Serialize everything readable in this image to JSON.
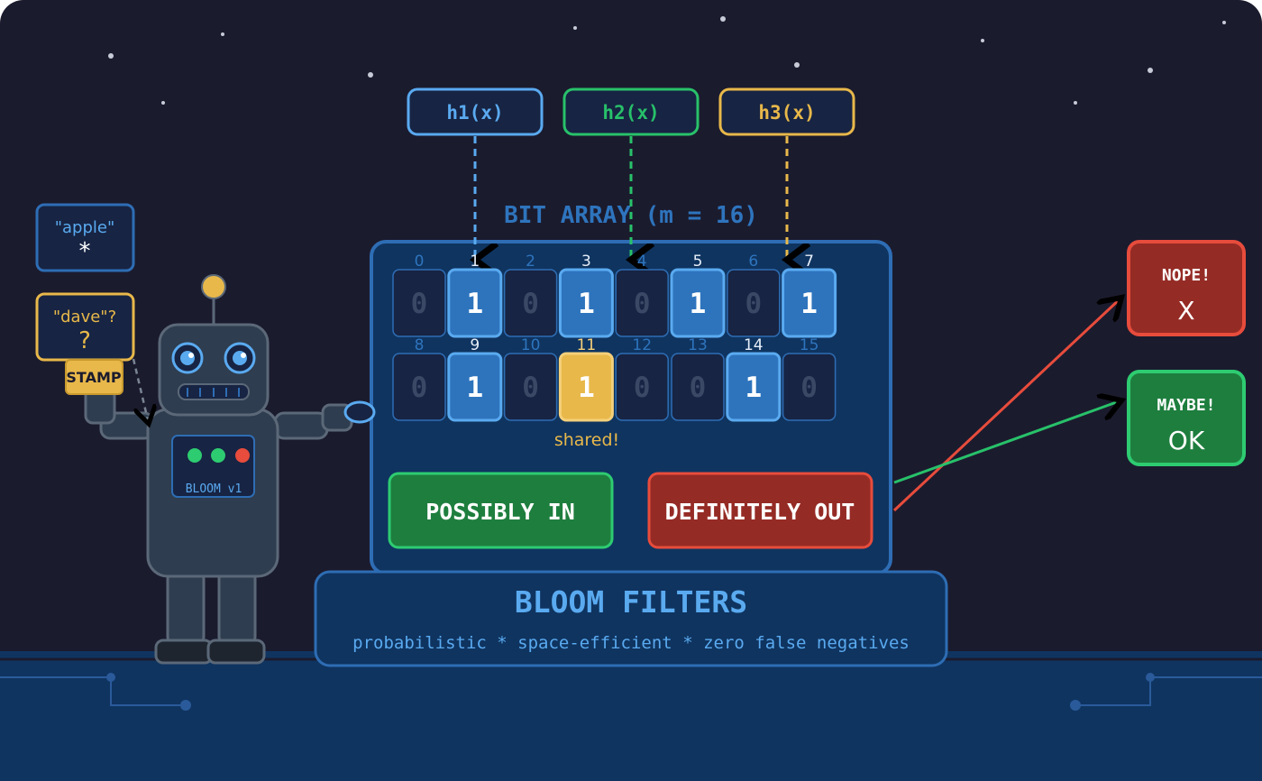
{
  "colors": {
    "background": "#1b1b2e",
    "floor": "#0f3460",
    "panel": "#0f3460",
    "panel_border": "#2e6db4",
    "bit_on": "#2e74bd",
    "bit_on_border": "#5aaaf0",
    "bit_off": "#172443",
    "bit_shared": "#e8b84a",
    "h1": "#5aaaf0",
    "h2": "#28c16a",
    "h3": "#e8b84a",
    "green": "#1e7e3e",
    "green_border": "#2ecc71",
    "red": "#952b25",
    "red_border": "#e74c3c"
  },
  "hash_functions": [
    {
      "label": "h1(x)",
      "target_bit": 1,
      "color": "#5aaaf0"
    },
    {
      "label": "h2(x)",
      "target_bit": 4,
      "color": "#28c16a"
    },
    {
      "label": "h3(x)",
      "target_bit": 7,
      "color": "#e8b84a"
    }
  ],
  "bit_array": {
    "title": "BIT ARRAY (m = 16)",
    "bits": [
      0,
      1,
      0,
      1,
      0,
      1,
      0,
      1,
      0,
      1,
      0,
      1,
      0,
      0,
      1,
      0
    ],
    "shared_index": 11,
    "shared_label": "shared!"
  },
  "inputs": {
    "apple": {
      "label": "\"apple\"",
      "symbol": "*"
    },
    "dave": {
      "label": "\"dave\"?",
      "symbol": "?"
    },
    "stamp": "STAMP"
  },
  "robot": {
    "badge": "BLOOM v1"
  },
  "results": {
    "possibly_in": "POSSIBLY IN",
    "definitely_out": "DEFINITELY OUT"
  },
  "outcomes": {
    "nope": {
      "title": "NOPE!",
      "symbol": "X"
    },
    "maybe": {
      "title": "MAYBE!",
      "symbol": "OK"
    }
  },
  "banner": {
    "title": "BLOOM FILTERS",
    "subtitle": "probabilistic * space-efficient * zero false negatives"
  }
}
